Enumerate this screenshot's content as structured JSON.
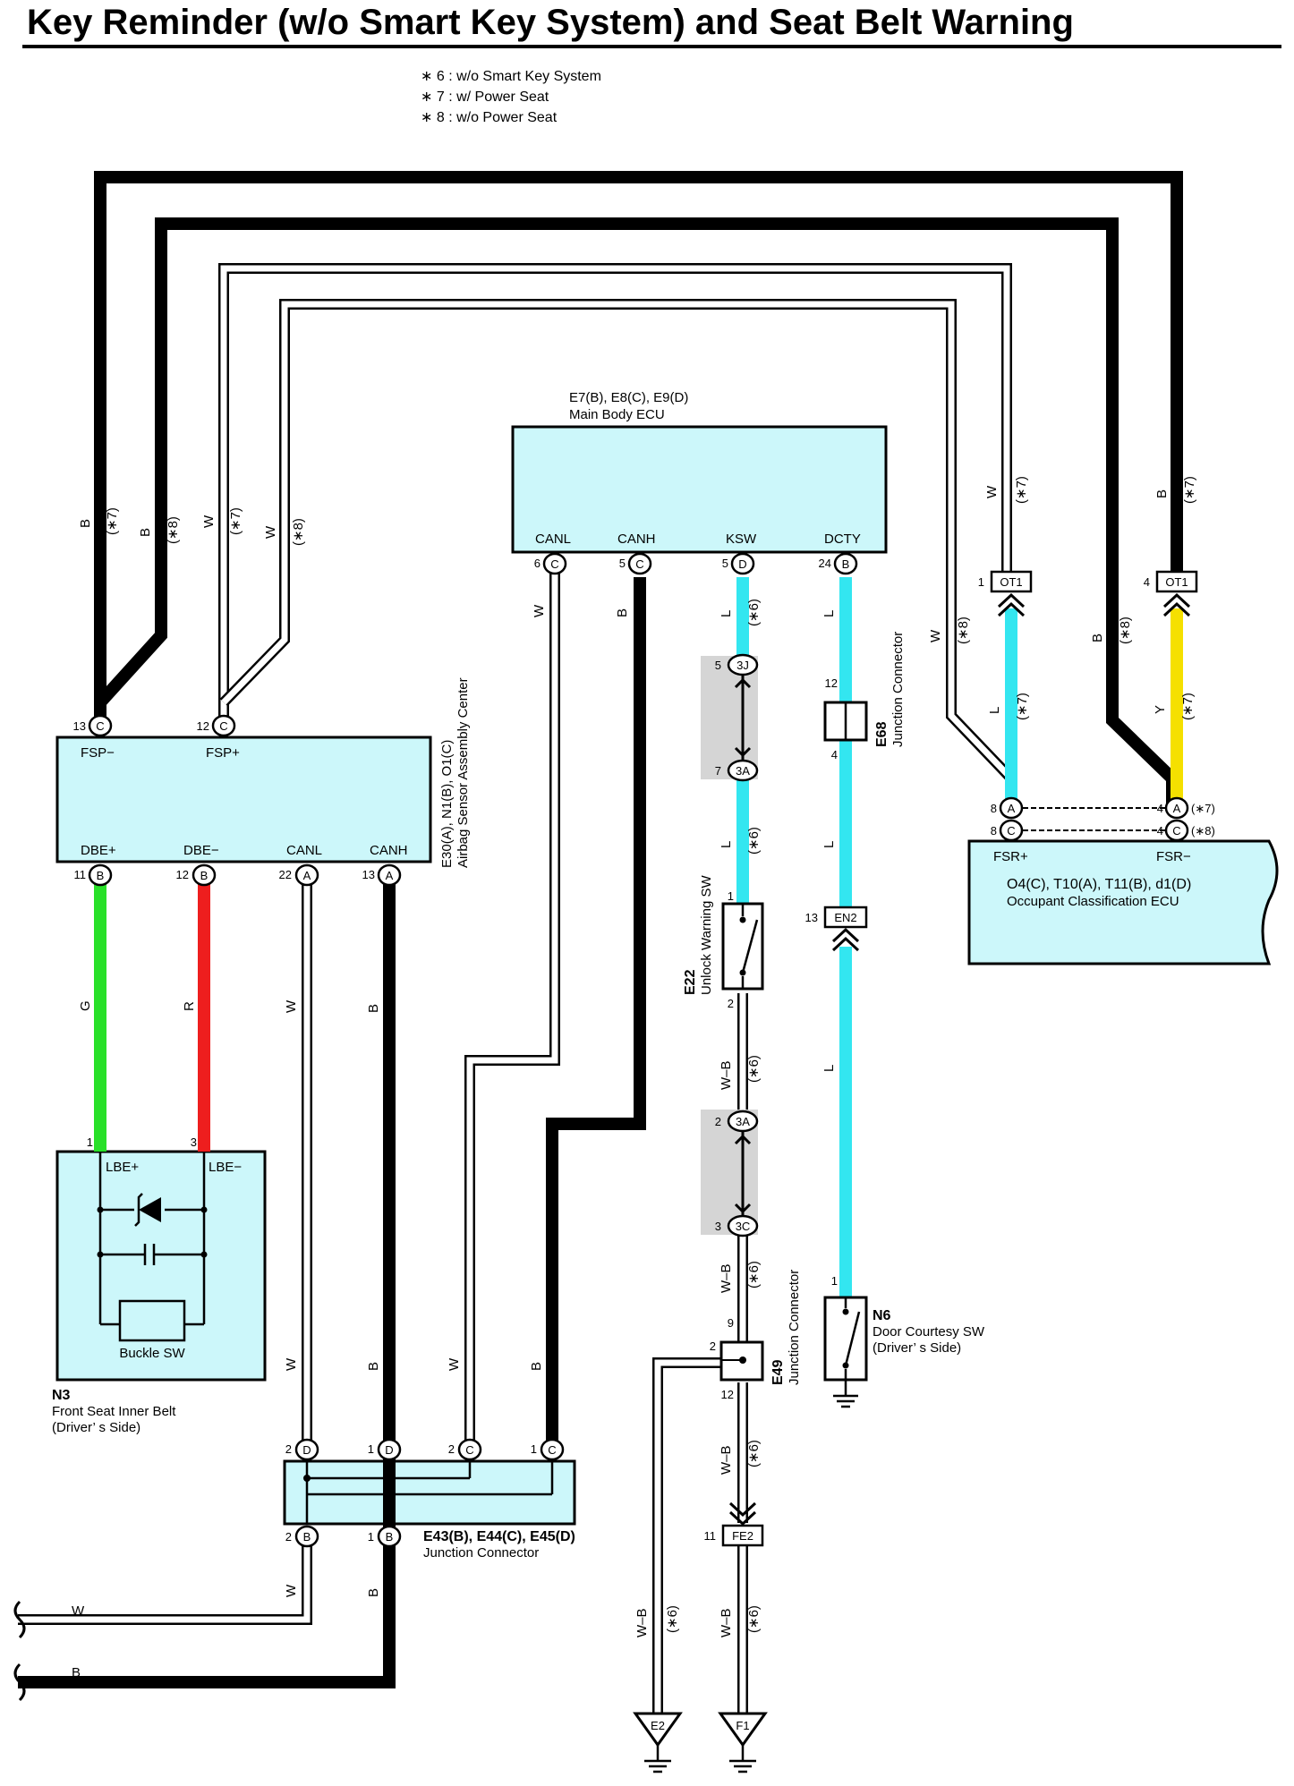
{
  "title": "Key Reminder (w/o Smart Key System) and Seat Belt Warning",
  "notes": [
    "∗ 6 : w/o Smart Key System",
    "∗ 7 : w/ Power Seat",
    "∗ 8 : w/o Power Seat"
  ],
  "wire_color_map": {
    "B": "#000000",
    "W": "#ffffff",
    "L": "#33e6f0",
    "Y": "#f5e000",
    "G": "#28e028",
    "R": "#ee1e1e",
    "W-B": "#ffffff"
  },
  "components": {
    "main_body_ecu": {
      "code": "E7(B), E8(C), E9(D)",
      "name": "Main Body ECU",
      "terminals": [
        {
          "label": "CANL",
          "pin": "6",
          "conn": "C"
        },
        {
          "label": "CANH",
          "pin": "5",
          "conn": "C"
        },
        {
          "label": "KSW",
          "pin": "5",
          "conn": "D"
        },
        {
          "label": "DCTY",
          "pin": "24",
          "conn": "B"
        }
      ]
    },
    "airbag_center": {
      "code": "E30(A), N1(B), O1(C)",
      "name": "Airbag Sensor Assembly Center",
      "top_terminals": [
        {
          "label": "FSP−",
          "pin": "13",
          "conn": "C"
        },
        {
          "label": "FSP+",
          "pin": "12",
          "conn": "C"
        }
      ],
      "bottom_terminals": [
        {
          "label": "DBE+",
          "pin": "11",
          "conn": "B"
        },
        {
          "label": "DBE−",
          "pin": "12",
          "conn": "B"
        },
        {
          "label": "CANL",
          "pin": "22",
          "conn": "A"
        },
        {
          "label": "CANH",
          "pin": "13",
          "conn": "A"
        }
      ]
    },
    "occupant_ecu": {
      "code": "O4(C), T10(A), T11(B), d1(D)",
      "name": "Occupant Classification ECU",
      "terminals": [
        "FSR+",
        "FSR−"
      ]
    },
    "belt_buckle": {
      "code": "N3",
      "name": "Front Seat Inner Belt",
      "name2": "(Driver’ s Side)",
      "sw": "Buckle SW",
      "term1": "LBE+",
      "term2": "LBE−",
      "pin1": "1",
      "pin2": "3"
    },
    "unlock_sw": {
      "code": "E22",
      "name": "Unlock Warning SW",
      "pin_top": "1",
      "pin_bottom": "2"
    },
    "door_sw": {
      "code": "N6",
      "name": "Door Courtesy SW",
      "name2": "(Driver’ s Side)",
      "pin": "1"
    },
    "jc_e68": {
      "code": "E68",
      "name": "Junction Connector",
      "pin_top": "12",
      "pin_bottom": "4"
    },
    "jc_e49": {
      "code": "E49",
      "name": "Junction Connector",
      "pin_top": "9",
      "pin_left": "2",
      "pin_bottom": "12"
    },
    "jc_e43": {
      "code": "E43(B), E44(C), E45(D)",
      "name": "Junction Connector",
      "top_pins": [
        {
          "pin": "2",
          "conn": "D"
        },
        {
          "pin": "1",
          "conn": "D"
        },
        {
          "pin": "2",
          "conn": "C"
        },
        {
          "pin": "1",
          "conn": "C"
        }
      ],
      "bottom_pins": [
        {
          "pin": "2",
          "conn": "B"
        },
        {
          "pin": "1",
          "conn": "B"
        }
      ]
    }
  },
  "inline_connectors": {
    "ot1_a": {
      "name": "OT1",
      "pin": "1"
    },
    "ot1_b": {
      "name": "OT1",
      "pin": "4"
    },
    "c3j": {
      "name": "3J",
      "pin": "5"
    },
    "c3a_top": {
      "name": "3A",
      "pin": "7"
    },
    "c3a_mid": {
      "name": "3A",
      "pin": "2"
    },
    "c3c": {
      "name": "3C",
      "pin": "3"
    },
    "en2": {
      "name": "EN2",
      "pin": "13"
    },
    "fe2": {
      "name": "FE2",
      "pin": "11"
    }
  },
  "occupant_pins": {
    "a_left": {
      "pin": "8",
      "conn": "A"
    },
    "c_left": {
      "pin": "8",
      "conn": "C"
    },
    "a_right": {
      "pin": "4",
      "conn": "A",
      "note": "(∗7)"
    },
    "c_right": {
      "pin": "4",
      "conn": "C",
      "note": "(∗8)"
    }
  },
  "grounds": [
    "E2",
    "F1"
  ],
  "wire_labels": {
    "B": "B",
    "W": "W",
    "L": "L",
    "Y": "Y",
    "G": "G",
    "R": "R",
    "WB": "W–B",
    "n6": "(∗6)",
    "n7": "(∗7)",
    "n8": "(∗8)"
  }
}
